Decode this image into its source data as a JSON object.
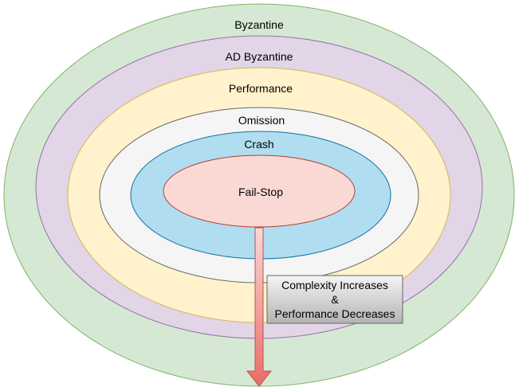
{
  "diagram": {
    "rings": [
      {
        "label": "Byzantine",
        "fill": "#d5e8d4",
        "stroke": "#82b366"
      },
      {
        "label": "AD Byzantine",
        "fill": "#e1d5e7",
        "stroke": "#9673a6"
      },
      {
        "label": "Performance",
        "fill": "#fff2cc",
        "stroke": "#d6b656"
      },
      {
        "label": "Omission",
        "fill": "#f5f5f5",
        "stroke": "#666666"
      },
      {
        "label": "Crash",
        "fill": "#b1ddf0",
        "stroke": "#10739e"
      },
      {
        "label": "Fail-Stop",
        "fill": "#fad9d5",
        "stroke": "#ae4132"
      }
    ],
    "arrow": {
      "fill_top": "#fad9d5",
      "fill_bottom": "#ea6b66",
      "stroke": "#b85450"
    },
    "note": {
      "line1": "Complexity Increases",
      "line2": "&",
      "line3": "Performance Decreases",
      "fill_top": "#f5f5f5",
      "fill_bottom": "#b3b3b3",
      "stroke": "#666666"
    }
  }
}
